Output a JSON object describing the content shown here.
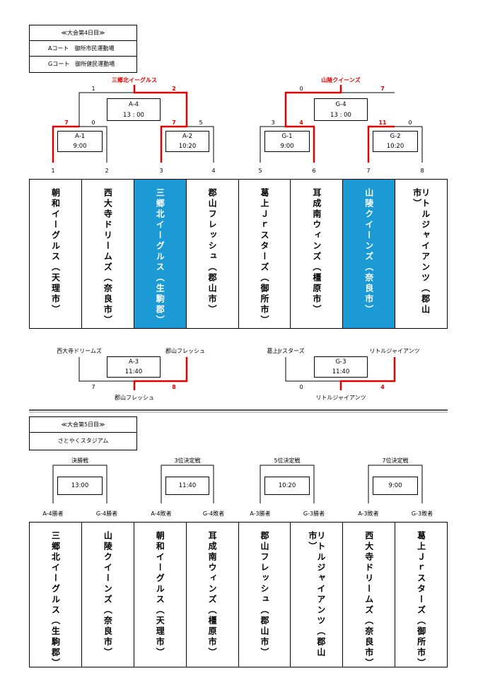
{
  "day4": {
    "header": "≪大会第4日目≫",
    "courts": [
      "Aコート　御所市民運動場",
      "Gコート　御所健民運動場"
    ],
    "left_winner": "三郷北イーグルス",
    "right_winner": "山陵クイーンズ",
    "matches": {
      "A4": {
        "id": "A-4",
        "time": "13 : 00",
        "score_left": "1",
        "score_right": "2"
      },
      "A1": {
        "id": "A-1",
        "time": "9:00",
        "score_left": "7",
        "score_right": "0"
      },
      "A2": {
        "id": "A-2",
        "time": "10:20",
        "score_left": "7",
        "score_right": "5"
      },
      "G4": {
        "id": "G-4",
        "time": "13 : 00",
        "score_left": "0",
        "score_right": "7"
      },
      "G1": {
        "id": "G-1",
        "time": "9:00",
        "score_left": "3",
        "score_right": "4"
      },
      "G2": {
        "id": "G-2",
        "time": "10:20",
        "score_left": "11",
        "score_right": "0"
      }
    },
    "seeds": [
      "1",
      "2",
      "3",
      "4",
      "5",
      "6",
      "7",
      "8"
    ],
    "teams": [
      "朝和イーグルス（天理市）",
      "西大寺ドリームズ（奈良市）",
      "三郷北イーグルス（生駒郡）",
      "郡山フレッシュ（郡山市）",
      "葛上Ｊｒスターズ（御所市）",
      "耳成南ウィンズ（橿原市）",
      "山陵クイーンズ（奈良市）",
      "リトルジャイアンツ（郡山市）"
    ],
    "consolation": {
      "A3": {
        "id": "A-3",
        "time": "11:40",
        "team_left": "西大寺ドリームズ",
        "team_right": "郡山フレッシュ",
        "score_left": "7",
        "score_right": "8",
        "winner": "郡山フレッシュ"
      },
      "G3": {
        "id": "G-3",
        "time": "11:40",
        "team_left": "葛上Jrスターズ",
        "team_right": "リトルジャイアンツ",
        "score_left": "0",
        "score_right": "4",
        "winner": "リトルジャイアンツ"
      }
    }
  },
  "day5": {
    "header": "≪大会第5日目≫",
    "venue": "さとやくスタジアム",
    "games": [
      {
        "title": "決勝戦",
        "time": "13:00",
        "left": "A-4勝者",
        "right": "G-4勝者"
      },
      {
        "title": "3位決定戦",
        "time": "11:40",
        "left": "A-4敗者",
        "right": "G-4敗者"
      },
      {
        "title": "5位決定戦",
        "time": "10:20",
        "left": "A-3勝者",
        "right": "G-3勝者"
      },
      {
        "title": "7位決定戦",
        "time": "9:00",
        "left": "A-3敗者",
        "right": "G-3敗者"
      }
    ],
    "teams": [
      "三郷北イーグルス（生駒郡）",
      "山陵クイーンズ（奈良市）",
      "朝和イーグルス（天理市）",
      "耳成南ウィンズ（橿原市）",
      "郡山フレッシュ（郡山市）",
      "リトルジャイアンツ（郡山市）",
      "西大寺ドリームズ（奈良市）",
      "葛上Ｊｒスターズ（御所市）"
    ]
  },
  "colors": {
    "highlight": "#1b9ad6",
    "winner_line": "#e00000"
  }
}
